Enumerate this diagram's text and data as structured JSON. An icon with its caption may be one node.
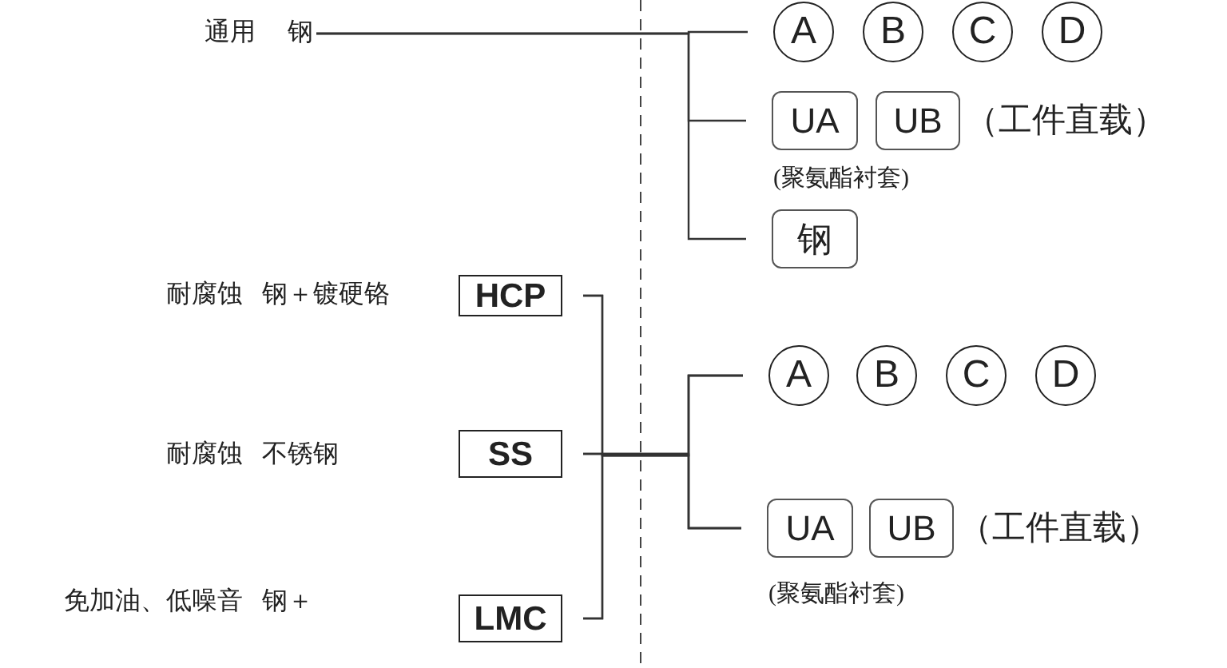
{
  "diagram": {
    "nodes": [
      {
        "text": [
          "通用",
          "钢"
        ]
      },
      {
        "text": [
          "A"
        ]
      },
      {
        "text": [
          "B"
        ]
      },
      {
        "text": [
          "C"
        ]
      },
      {
        "text": [
          "D"
        ]
      },
      {
        "text": [
          "UA"
        ]
      },
      {
        "text": [
          "UB"
        ]
      },
      {
        "text": [
          "钢"
        ]
      },
      {
        "text": [
          "HCP"
        ],
        "beside": [
          "耐腐蚀",
          "钢＋镀硬铬"
        ]
      },
      {
        "text": [
          "SS"
        ],
        "beside": [
          "耐腐蚀",
          "不锈钢"
        ]
      },
      {
        "text": [
          "LMC"
        ],
        "beside": [
          "免加油、低噪音",
          "钢＋"
        ]
      },
      {
        "text": [
          "A"
        ]
      },
      {
        "text": [
          "B"
        ]
      },
      {
        "text": [
          "C"
        ]
      },
      {
        "text": [
          "D"
        ]
      },
      {
        "text": [
          "UA"
        ]
      },
      {
        "text": [
          "UB"
        ]
      }
    ],
    "edges": [
      {
        "from": 0,
        "to": 1,
        "arrow": "none"
      },
      {
        "from": 0,
        "to": 5,
        "arrow": "none"
      },
      {
        "from": 0,
        "to": 7,
        "arrow": "none"
      },
      {
        "from": 8,
        "to": 11,
        "arrow": "none"
      },
      {
        "from": 8,
        "to": 15,
        "arrow": "none"
      },
      {
        "from": 9,
        "to": 11,
        "arrow": "none"
      },
      {
        "from": 9,
        "to": 15,
        "arrow": "none"
      },
      {
        "from": 10,
        "to": 11,
        "arrow": "none"
      },
      {
        "from": 10,
        "to": 15,
        "arrow": "none"
      }
    ],
    "labels": [
      "（工件直载）",
      "(聚氨酯衬套)",
      "（工件直载）",
      "(聚氨酯衬套)"
    ]
  }
}
